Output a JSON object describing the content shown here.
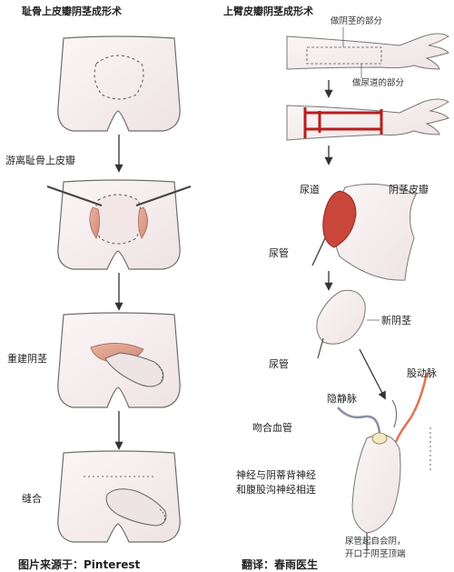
{
  "left": {
    "title": "耻骨上皮瓣阴茎成形术",
    "steps": [
      {
        "label": "游离耻骨上皮瓣"
      },
      {
        "label": "重建阴茎"
      },
      {
        "label": "缝合"
      }
    ]
  },
  "right": {
    "title": "上臂皮瓣阴茎成形术",
    "arm_labels": {
      "penis_part": "做阴茎的部分",
      "urethra_part": "做尿道的部分"
    },
    "labels": {
      "urethra": "尿道",
      "penis_skin_flap": "阴茎皮瓣",
      "catheter_1": "尿管",
      "new_penis": "新阴茎",
      "catheter_2": "尿管",
      "femoral_artery": "股动脉",
      "saphenous_vein": "隐静脉",
      "anastomosis": "吻合血管",
      "nerve_line1": "神经与阴蒂背神经",
      "nerve_line2": "和腹股沟神经相连",
      "urethral_opening_line1": "尿管起自会阴，",
      "urethral_opening_line2": "开口于阴茎顶端"
    }
  },
  "footer": {
    "source_partial": "图片来源于：Pinterest",
    "translator_partial": "翻译：春雨医生"
  },
  "colors": {
    "skin": "#f7f1f1",
    "outline": "#6e6e6e",
    "flap": "#e1a391",
    "incision": "#b81d1d",
    "artery": "#e0724e"
  }
}
